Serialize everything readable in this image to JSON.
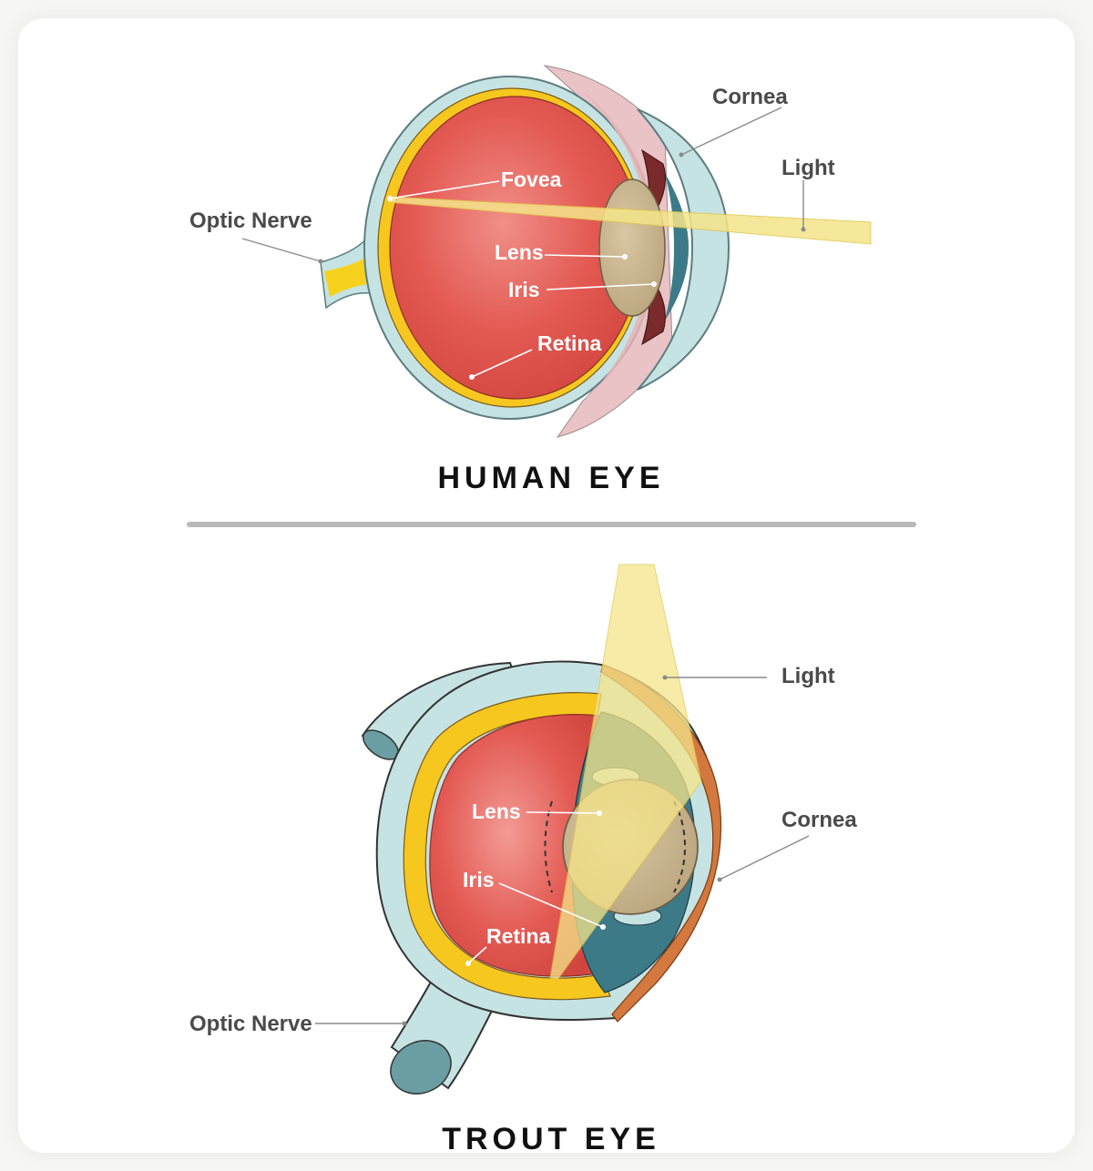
{
  "human": {
    "title": "HUMAN EYE",
    "labels": {
      "cornea": "Cornea",
      "light": "Light",
      "fovea": "Fovea",
      "optic_nerve": "Optic Nerve",
      "lens": "Lens",
      "iris": "Iris",
      "retina": "Retina"
    }
  },
  "trout": {
    "title": "TROUT EYE",
    "labels": {
      "light": "Light",
      "cornea": "Cornea",
      "lens": "Lens",
      "iris": "Iris",
      "retina": "Retina",
      "optic_nerve": "Optic Nerve"
    }
  },
  "colors": {
    "eyeball": "#e2554f",
    "sclera": "#c6e3e3",
    "retina_band": "#f6c71e",
    "lens": "#c9b58f",
    "iris": "#7a2a2a",
    "trout_chamber": "#3d7a88",
    "light_beam": "#f5e58a",
    "cornea_rim": "#c1602c"
  }
}
